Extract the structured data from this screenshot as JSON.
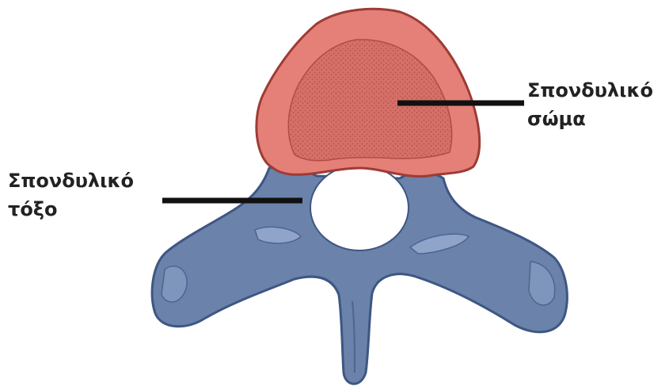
{
  "labels": {
    "vertebral_body": {
      "line1": "Σπονδυλικό",
      "line2": "σώμα"
    },
    "vertebral_arch": {
      "line1": "Σπονδυλικό",
      "line2": "τόξο"
    }
  },
  "colors": {
    "vertebral_body": "#e48078",
    "vertebral_body_edge": "#9d3b35",
    "vertebral_arch": "#6b82aa",
    "vertebral_arch_dark": "#3e5683",
    "leader_line": "#111111",
    "background": "#ffffff"
  }
}
